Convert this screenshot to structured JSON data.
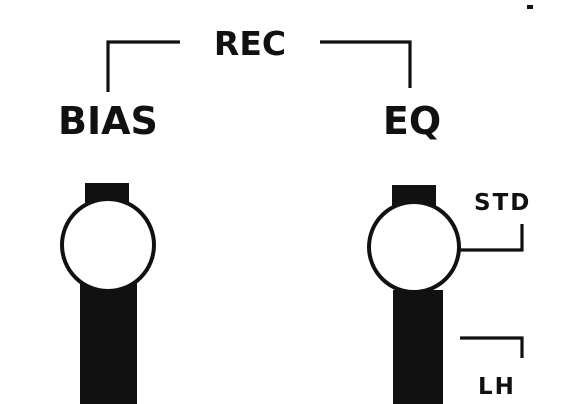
{
  "labels": {
    "rec": "REC",
    "bias": "BIAS",
    "eq": "EQ",
    "std": "STD",
    "lh": "LH"
  },
  "colors": {
    "ink": "#111111",
    "background": "#ffffff"
  },
  "icons": {
    "bias_knob": "round-knob-with-shaft",
    "eq_knob": "round-knob-with-shaft"
  }
}
